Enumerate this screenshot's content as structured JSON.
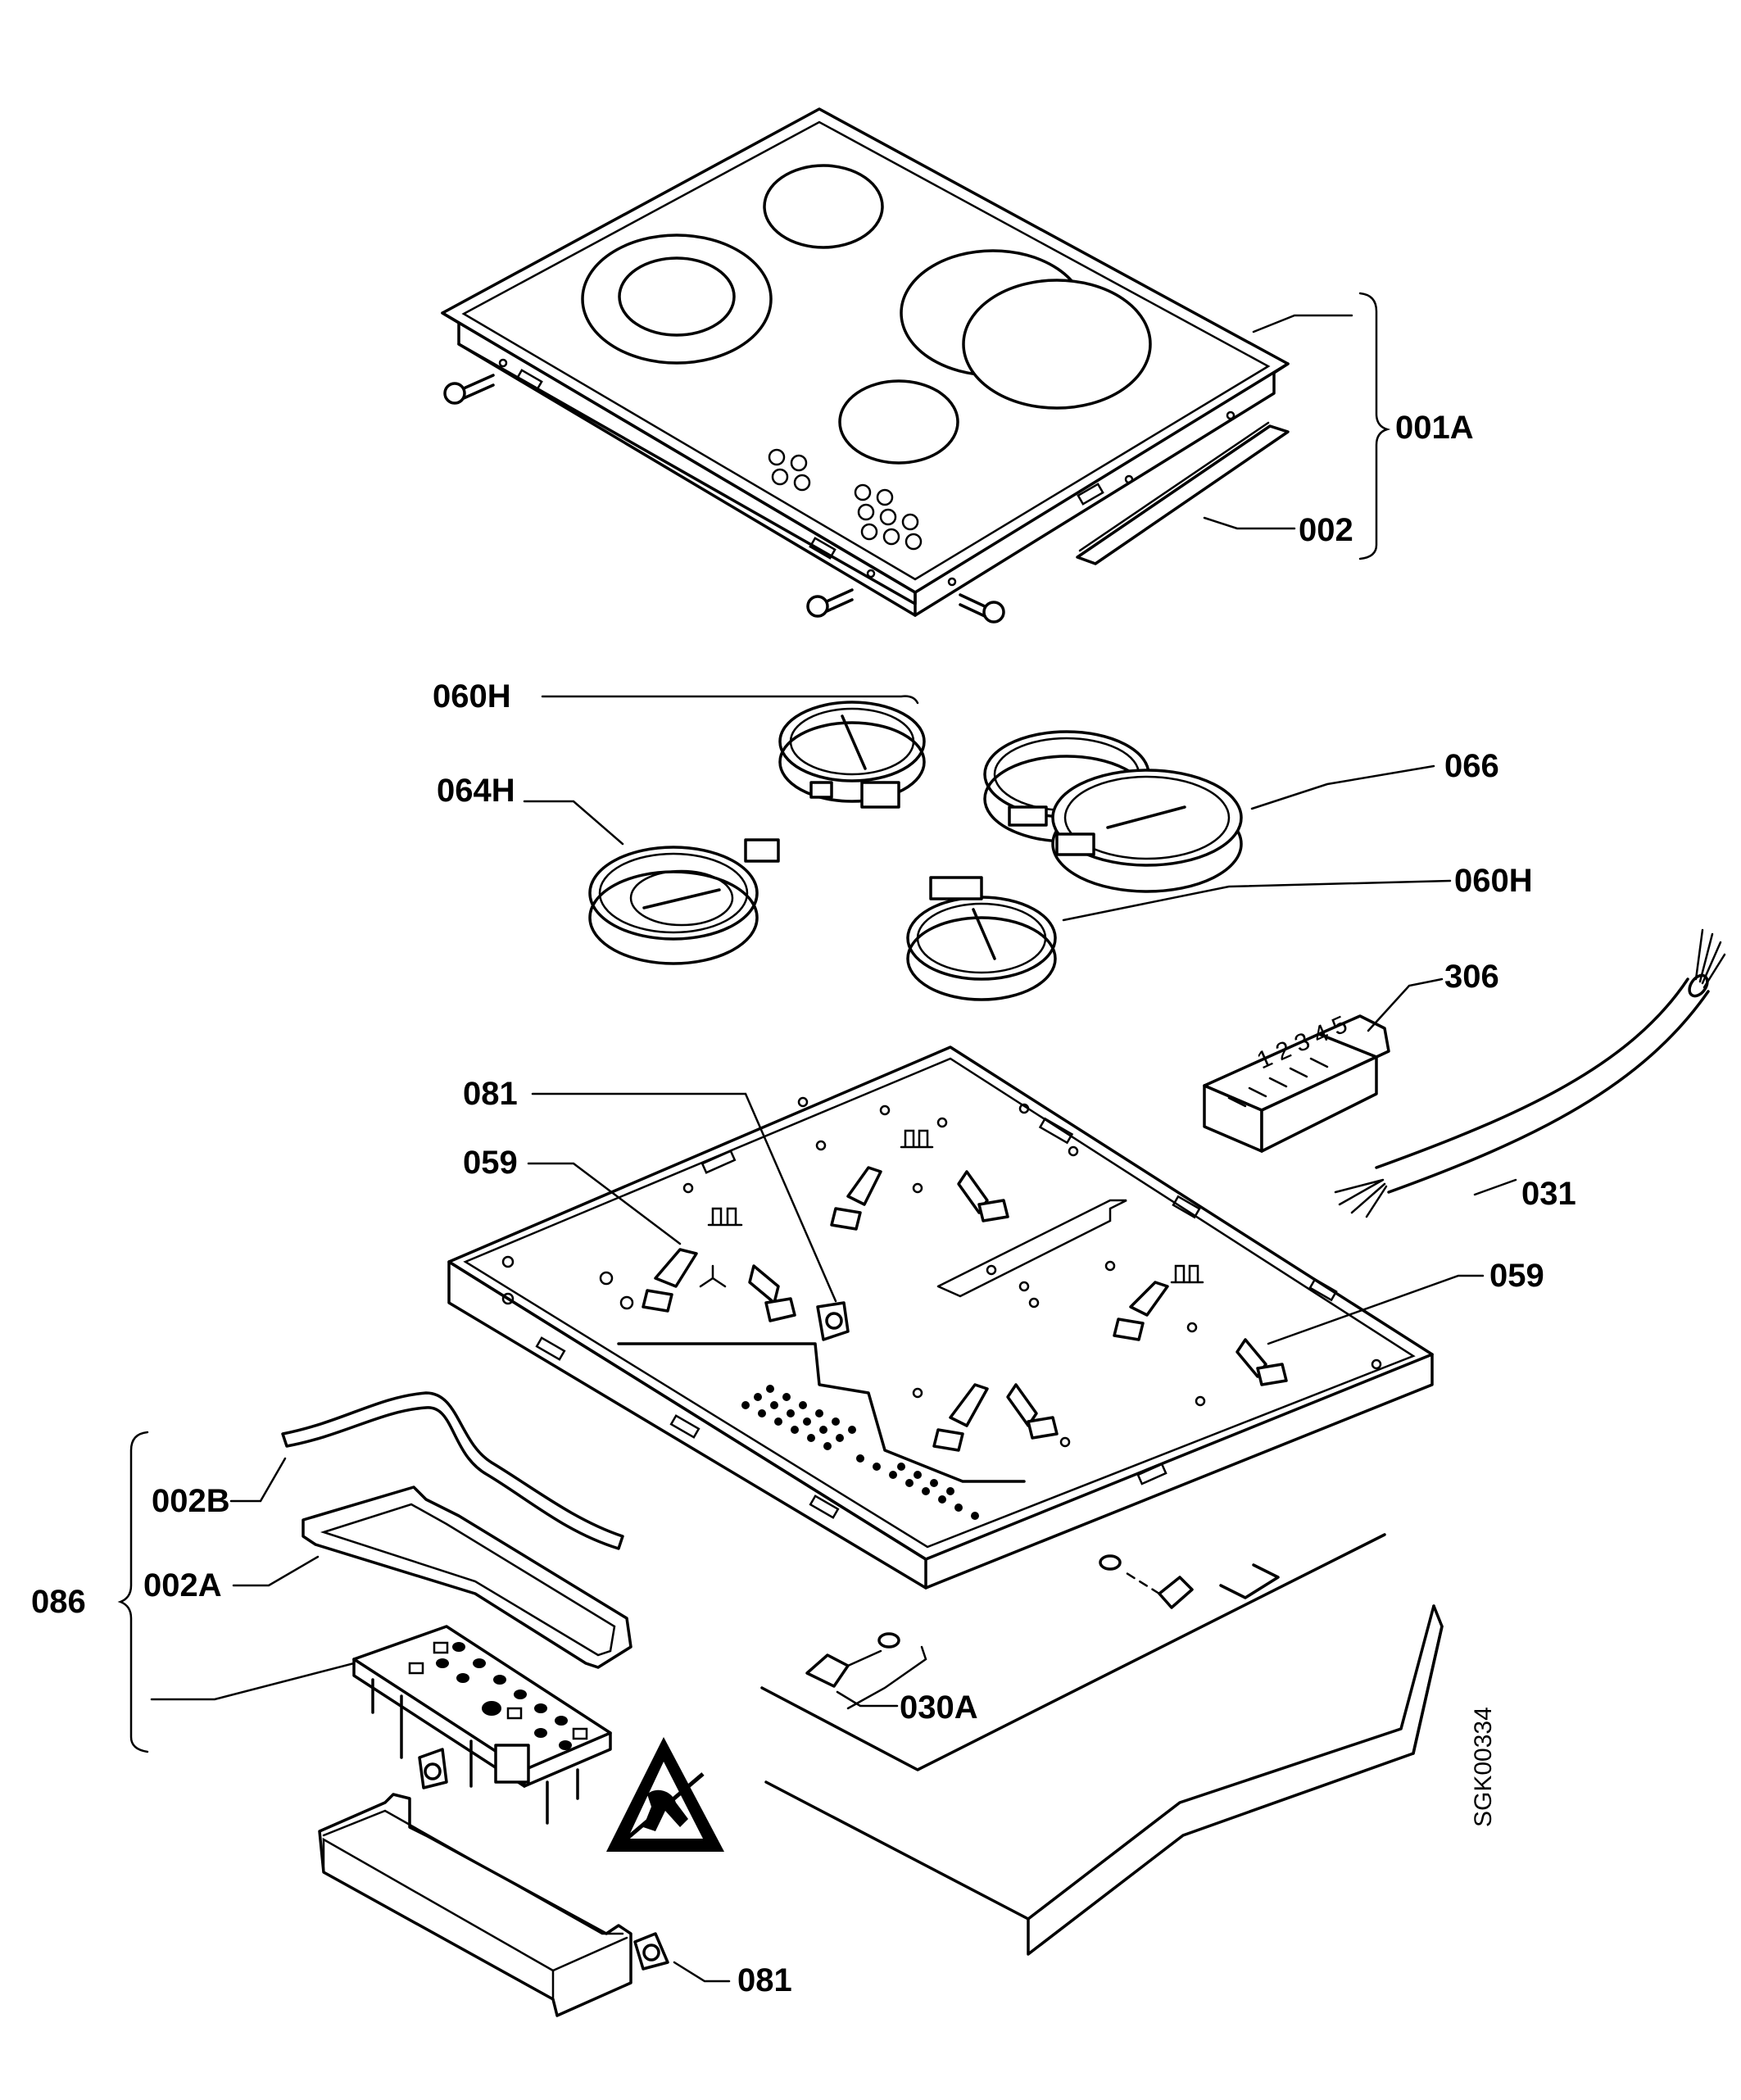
{
  "labels": {
    "l001A": "001A",
    "l002": "002",
    "l060H_top": "060H",
    "l066": "066",
    "l064H": "064H",
    "l060H_right": "060H",
    "l306": "306",
    "l081_top": "081",
    "l059_left": "059",
    "l031": "031",
    "l059_right": "059",
    "l002B": "002B",
    "l002A": "002A",
    "l086": "086",
    "l030A": "030A",
    "l081_bottom": "081"
  },
  "drawing_code": "SGK00334",
  "terminal_block_numbers": "1 2 3 4 5"
}
